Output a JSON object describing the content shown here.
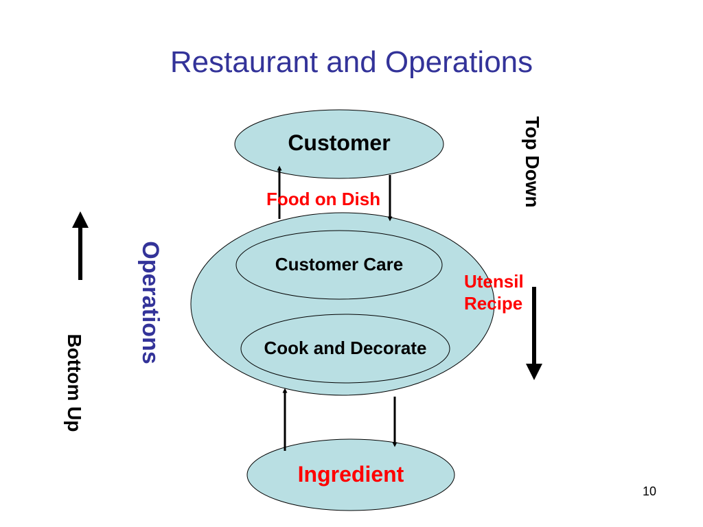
{
  "slide": {
    "title": "Restaurant and Operations",
    "page_number": "10"
  },
  "nodes": {
    "customer": "Customer",
    "customer_care": "Customer Care",
    "cook_and_decorate": "Cook and Decorate",
    "ingredient": "Ingredient"
  },
  "labels": {
    "food_on_dish": "Food on Dish",
    "utensil": "Utensil",
    "recipe": "Recipe",
    "operations": "Operations",
    "top_down": "Top Down",
    "bottom_up": "Bottom Up"
  },
  "colors": {
    "title": "#333399",
    "ellipse_fill": "#b9dfe3",
    "highlight_text": "#ff0000",
    "operations_text": "#333399",
    "arrow": "#000000"
  }
}
